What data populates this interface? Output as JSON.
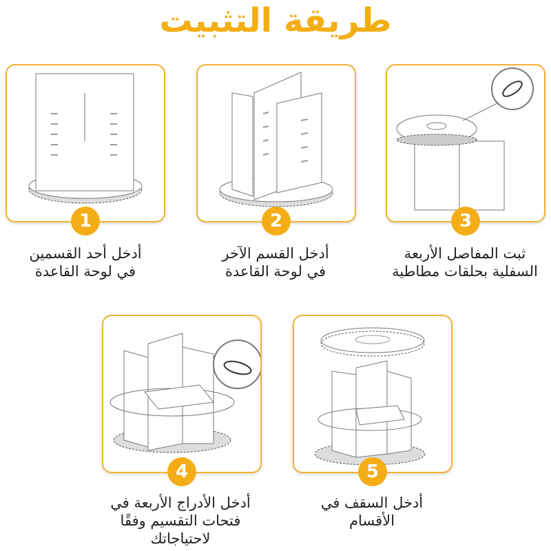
{
  "title": "طريقة التثبيت",
  "accent_color": "#f4ad16",
  "steps": [
    {
      "number": "1",
      "line1": "أدخل أحد القسمين",
      "line2": "في لوحة القاعدة"
    },
    {
      "number": "2",
      "line1": "أدخل القسم الآخر",
      "line2": "في لوحة القاعدة"
    },
    {
      "number": "3",
      "line1": "ثبت المفاصل الأربعة",
      "line2": "السفلية بحلقات مطاطية"
    },
    {
      "number": "4",
      "line1": "أدخل الأدراج الأربعة في",
      "line2": "فتحات التقسيم وفقًا",
      "line3": "لاحتياجاتك"
    },
    {
      "number": "5",
      "line1": "أدخل السقف في",
      "line2": "الأقسام"
    }
  ]
}
